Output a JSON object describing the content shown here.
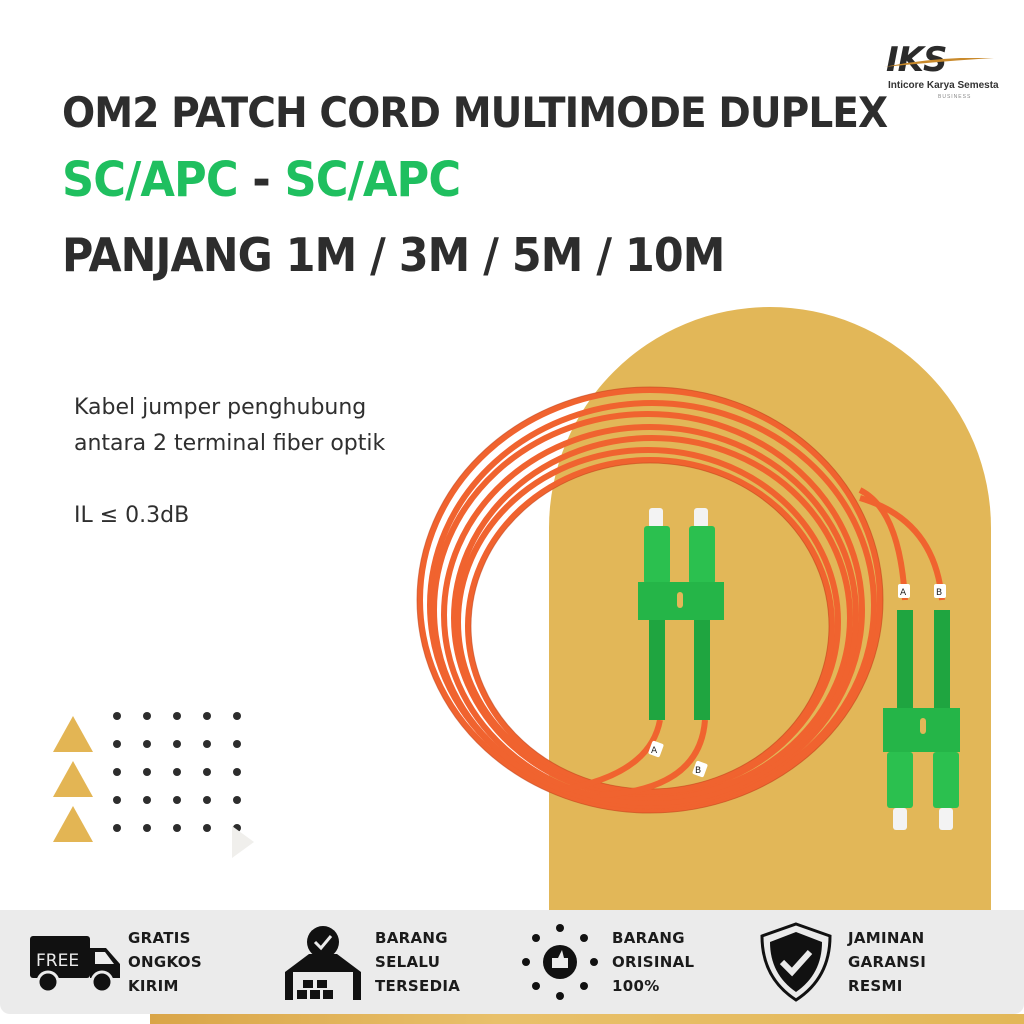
{
  "brand": {
    "logo_mark": "IKS",
    "name": "Inticore Karya Semesta",
    "tagline": "BUSINESS"
  },
  "headline": {
    "line1": "OM2 PATCH CORD MULTIMODE DUPLEX",
    "line2_left": "SC/APC",
    "line2_sep": " - ",
    "line2_right": "SC/APC",
    "line3": "PANJANG 1M / 3M / 5M / 10M"
  },
  "description": {
    "line1": "Kabel jumper penghubung",
    "line2": "antara 2 terminal fiber optik",
    "spec": "IL ≤ 0.3dB"
  },
  "product_image": {
    "label": "orange multimode duplex fiber patch cord with green SC/APC connectors",
    "connector_labels": [
      "A",
      "B",
      "A",
      "B"
    ],
    "cable_color": "#f0632f",
    "connector_color": "#22b24c"
  },
  "colors": {
    "accent_green": "#1fbf5f",
    "gold": "#e2b758",
    "text_dark": "#2d2d2d",
    "banner_bg": "#ebebeb"
  },
  "features": [
    {
      "icon": "free-shipping-truck-icon",
      "badge": "FREE",
      "line1": "GRATIS",
      "line2": "ONGKOS",
      "line3": "KIRIM"
    },
    {
      "icon": "warehouse-check-icon",
      "line1": "BARANG",
      "line2": "SELALU",
      "line3": "TERSEDIA"
    },
    {
      "icon": "original-badge-icon",
      "line1": "BARANG",
      "line2": "ORISINAL",
      "line3": "100%"
    },
    {
      "icon": "shield-check-icon",
      "line1": "JAMINAN",
      "line2": "GARANSI",
      "line3": "RESMI"
    }
  ]
}
